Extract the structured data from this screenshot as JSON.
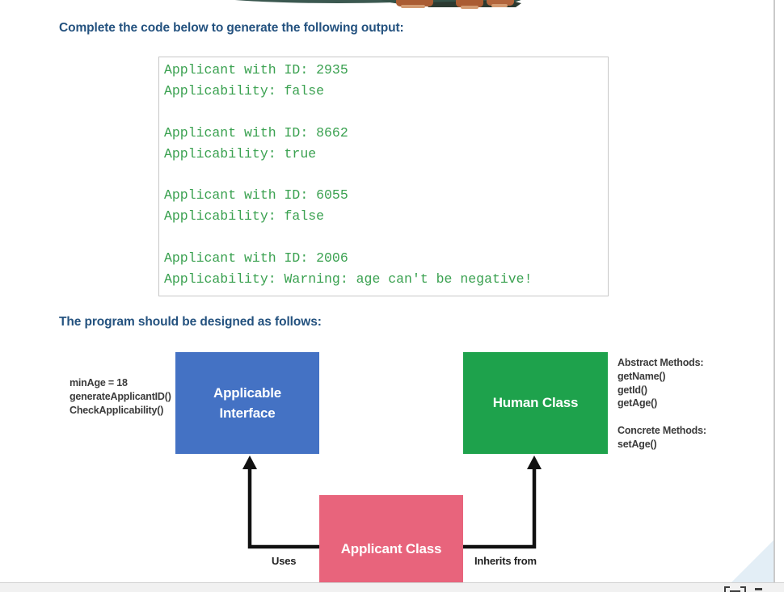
{
  "page": {
    "heading1": "Complete the code below to generate the following output:",
    "heading2": "The program should be designed as follows:"
  },
  "console_output": {
    "lines": [
      "Applicant with ID: 2935",
      "Applicability: false",
      "",
      "Applicant with ID: 8662",
      "Applicability: true",
      "",
      "Applicant with ID: 6055",
      "Applicability: false",
      "",
      "Applicant with ID: 2006",
      "Applicability: Warning: age can't be negative!"
    ]
  },
  "diagram": {
    "interface_box_label": [
      "Applicable",
      "Interface"
    ],
    "human_box_label": "Human Class",
    "applicant_box_label": "Applicant Class",
    "interface_members": [
      "minAge = 18",
      "generateApplicantID()",
      "CheckApplicability()"
    ],
    "human_members": [
      "Abstract Methods:",
      "getName()",
      "getId()",
      "getAge()",
      "",
      "Concrete Methods:",
      "setAge()"
    ],
    "uses_label": "Uses",
    "inherits_label": "Inherits from"
  },
  "colors": {
    "heading_navy": "#24527f",
    "console_green": "#3aa150",
    "interface_box_blue": "#4472c4",
    "human_box_green": "#1ea24c",
    "applicant_box_pink": "#e8647c",
    "arrow_black": "#111111",
    "corner_fold_blue": "#e3eef6"
  },
  "icons": {
    "top_illustration": "hands-writing-with-pen-cropped",
    "corner_fold": "page-corner-fold",
    "bottom_bar_glyph": "partial-toolbar-icon"
  }
}
